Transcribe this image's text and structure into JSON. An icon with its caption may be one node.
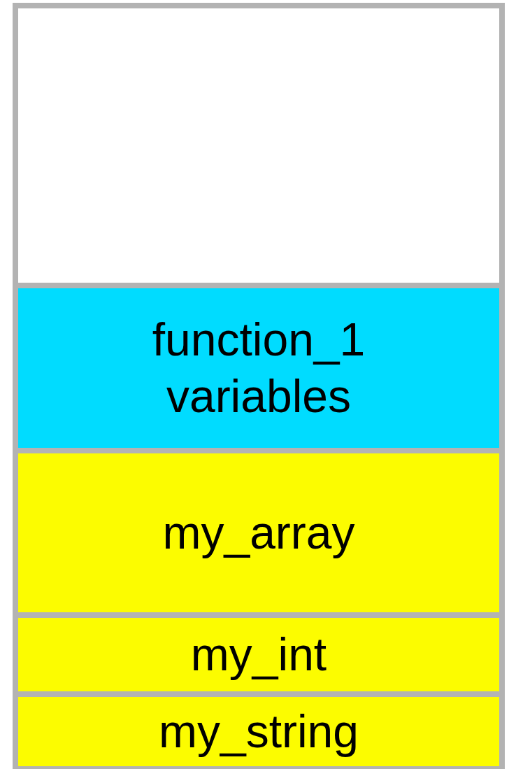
{
  "diagram": {
    "nodes": [
      {
        "text": [],
        "shape": "box"
      },
      {
        "text": [
          "function_1 variables"
        ]
      },
      {
        "text": [
          "my_array"
        ]
      },
      {
        "text": [
          "my_int"
        ]
      },
      {
        "text": [
          "my_string"
        ]
      }
    ]
  }
}
